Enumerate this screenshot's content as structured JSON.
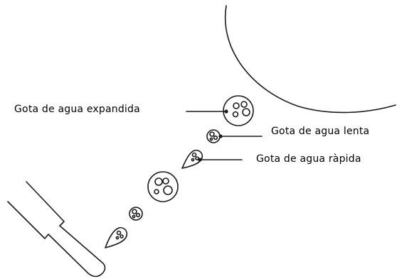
{
  "labels": {
    "expanded_drop": "Gota de agua expandida",
    "slow_drop": "Gota de agua lenta",
    "fast_drop": "Gota de agua ràpida"
  },
  "colors": {
    "stroke": "#1a1a1a",
    "text": "#1a1a1a",
    "background": "#ffffff"
  },
  "icons": {
    "target": "large-circle-surface",
    "source": "nozzle-tube",
    "drops": [
      "teardrop-drop",
      "round-drop",
      "expanded-drop"
    ]
  }
}
